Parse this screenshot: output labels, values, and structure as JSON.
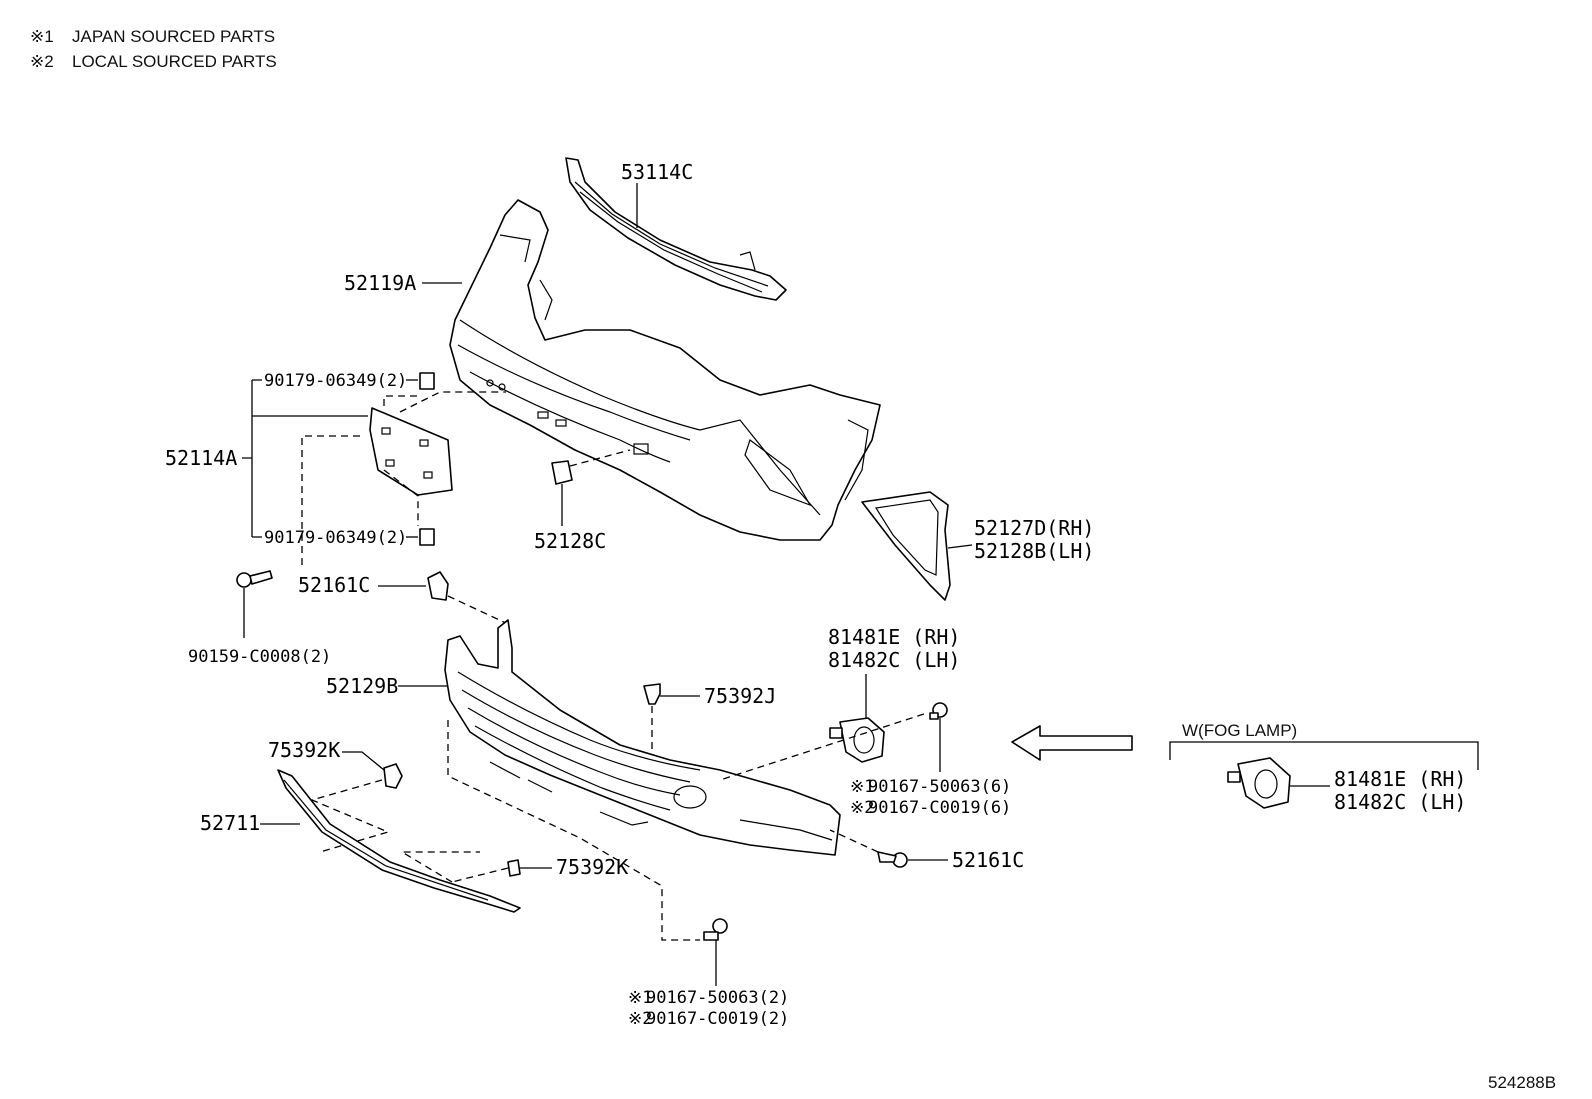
{
  "notes": [
    {
      "mark": "※1",
      "text": "JAPAN SOURCED PARTS"
    },
    {
      "mark": "※2",
      "text": "LOCAL SOURCED PARTS"
    }
  ],
  "labels": {
    "p53114C": "53114C",
    "p52119A": "52119A",
    "p90179_top": "90179-06349(2)",
    "p52114A": "52114A",
    "p90179_bottom": "90179-06349(2)",
    "p52128C": "52128C",
    "p52127D": "52127D(RH)",
    "p52128B": "52128B(LH)",
    "p52161C_top": "52161C",
    "p90159": "90159-C0008(2)",
    "p81481E": "81481E (RH)",
    "p81482C": "81482C (LH)",
    "p52129B": "52129B",
    "p75392J": "75392J",
    "p75392K_top": "75392K",
    "p52711": "52711",
    "p75392K_bottom": "75392K",
    "p90167_mid_1": "90167-50063(6)",
    "p90167_mid_2": "90167-C0019(6)",
    "p52161C_right": "52161C",
    "p90167_low_1": "90167-50063(2)",
    "p90167_low_2": "90167-C0019(2)",
    "mark1": "※1",
    "mark2": "※2"
  },
  "fog_lamp": {
    "title": "W(FOG LAMP)",
    "rh": "81481E (RH)",
    "lh": "81482C (LH)"
  },
  "diagram_id": "524288B"
}
